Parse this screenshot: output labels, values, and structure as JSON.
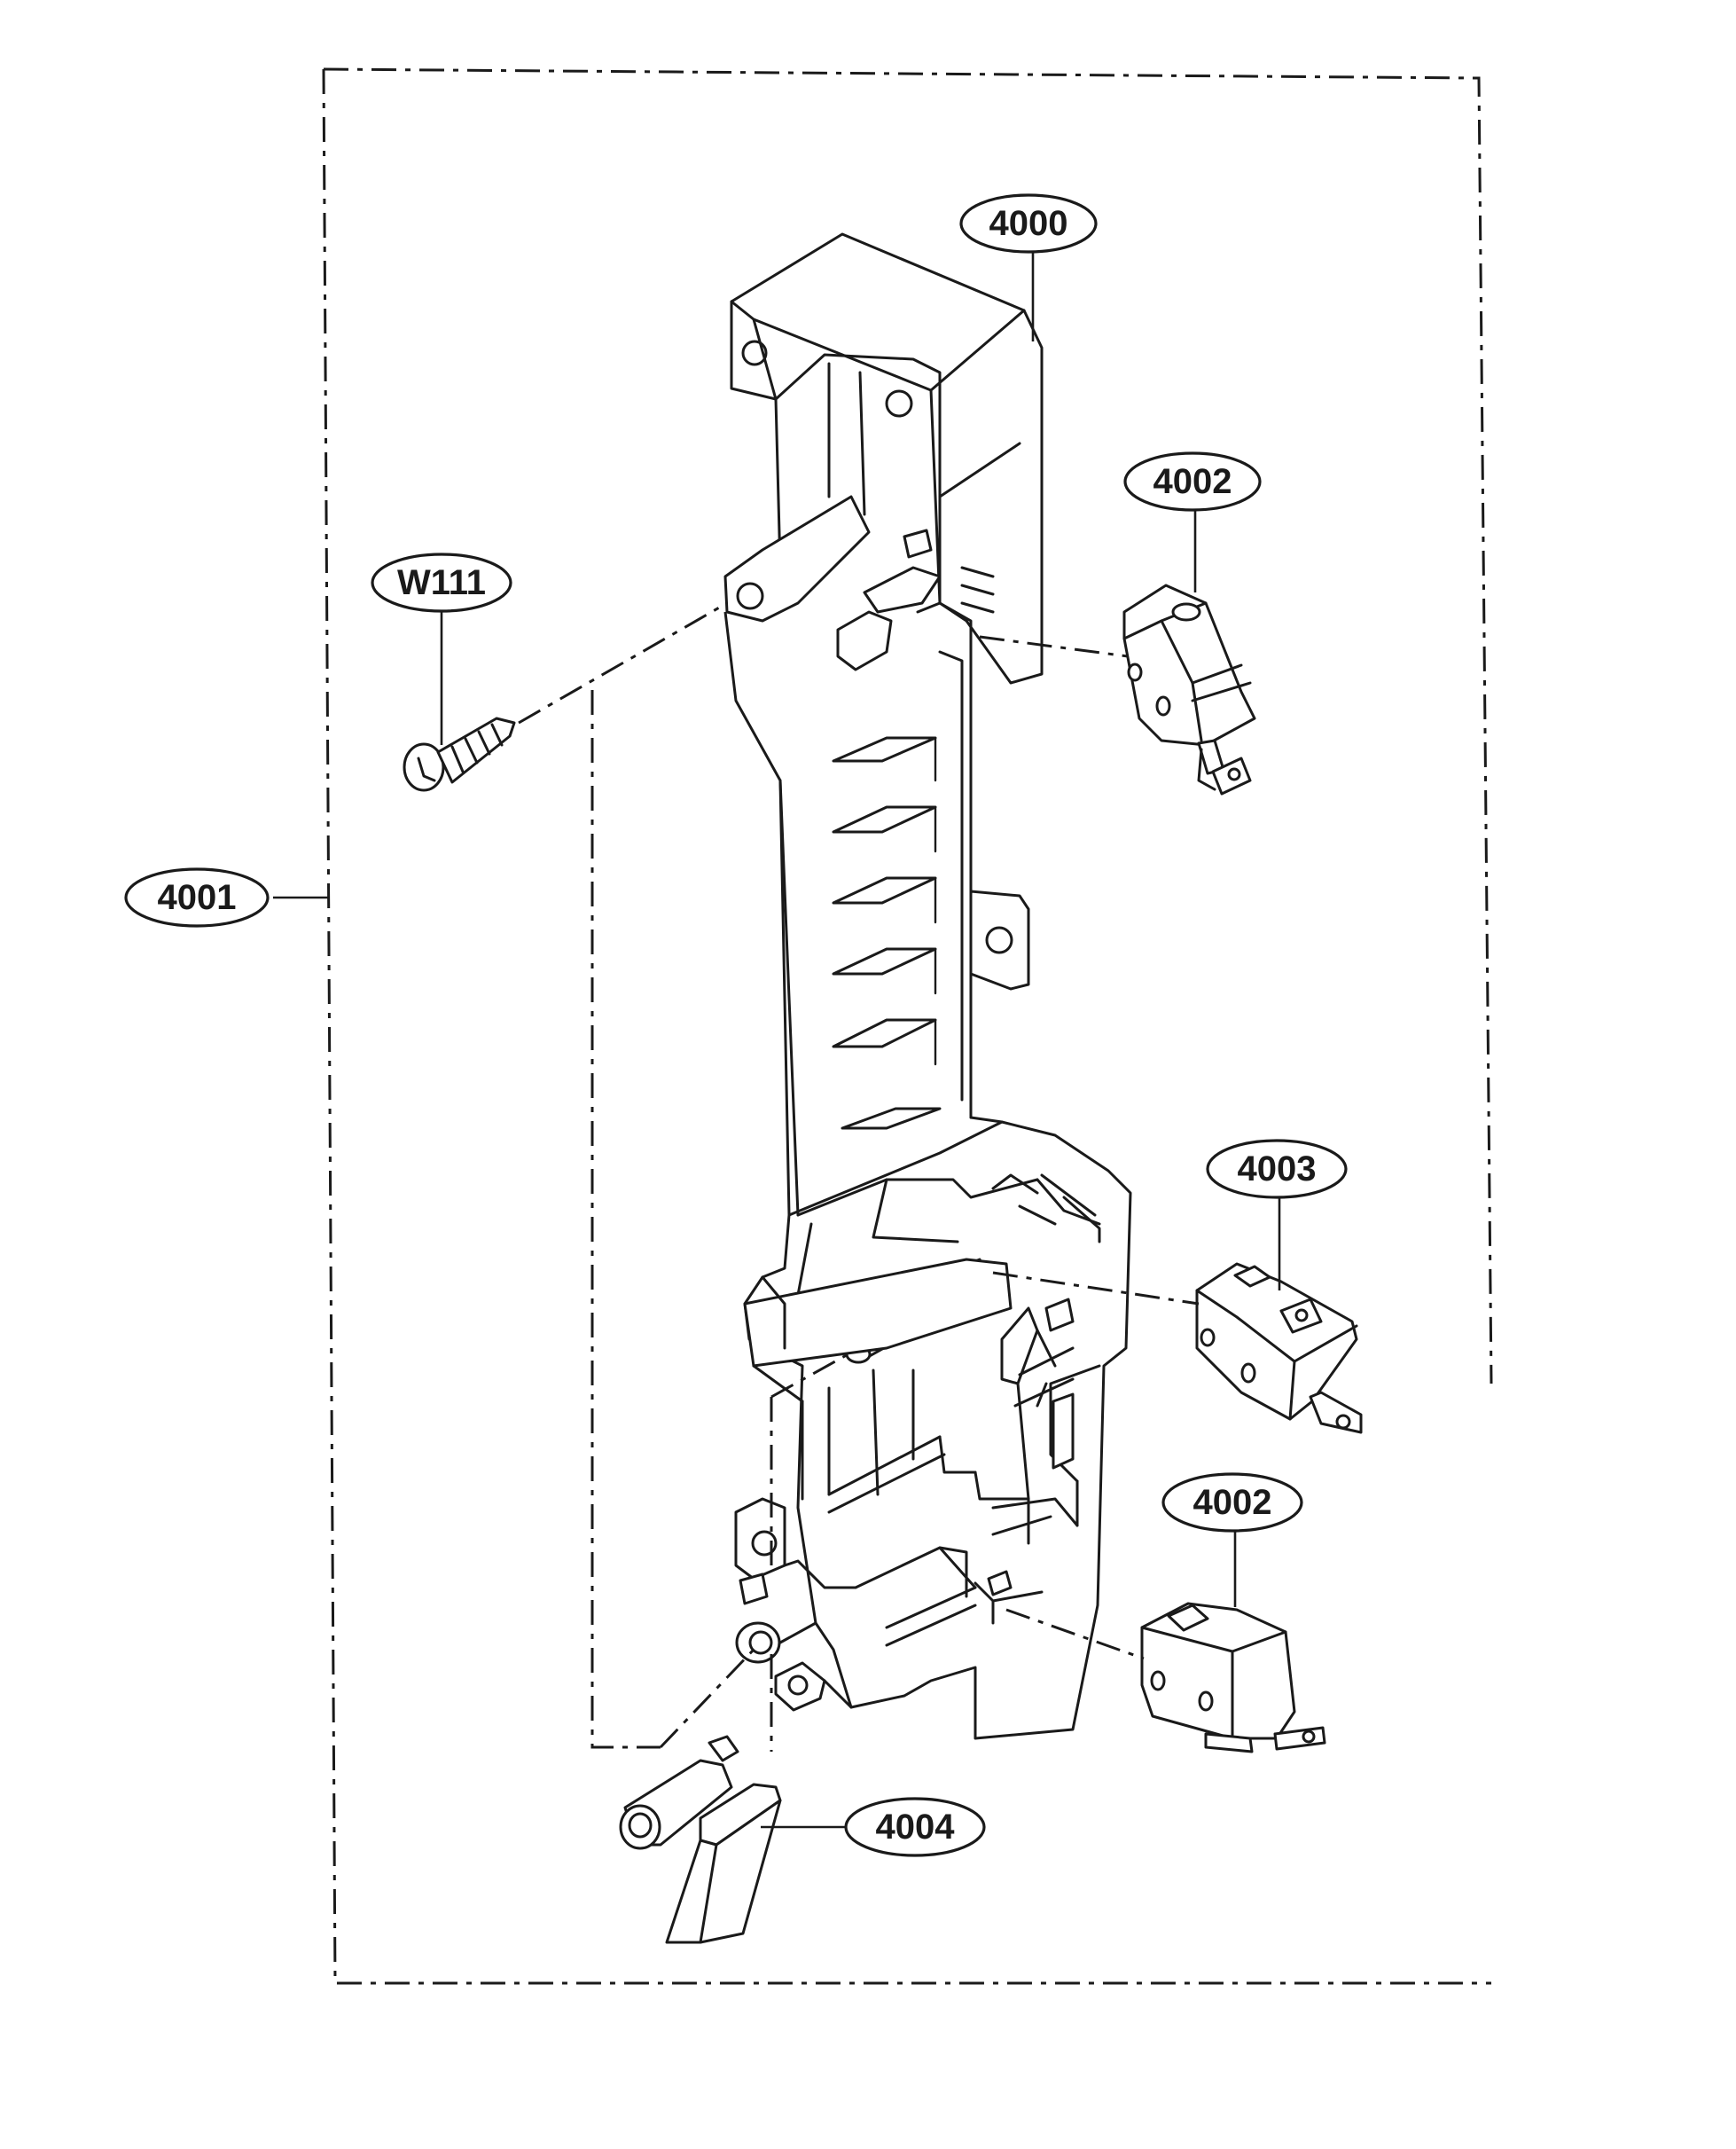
{
  "callouts": {
    "main_frame": "4000",
    "assembly": "4001",
    "switch_top": "4002",
    "switch_middle": "4003",
    "switch_bottom": "4002",
    "lever": "4004",
    "screw": "W111"
  }
}
